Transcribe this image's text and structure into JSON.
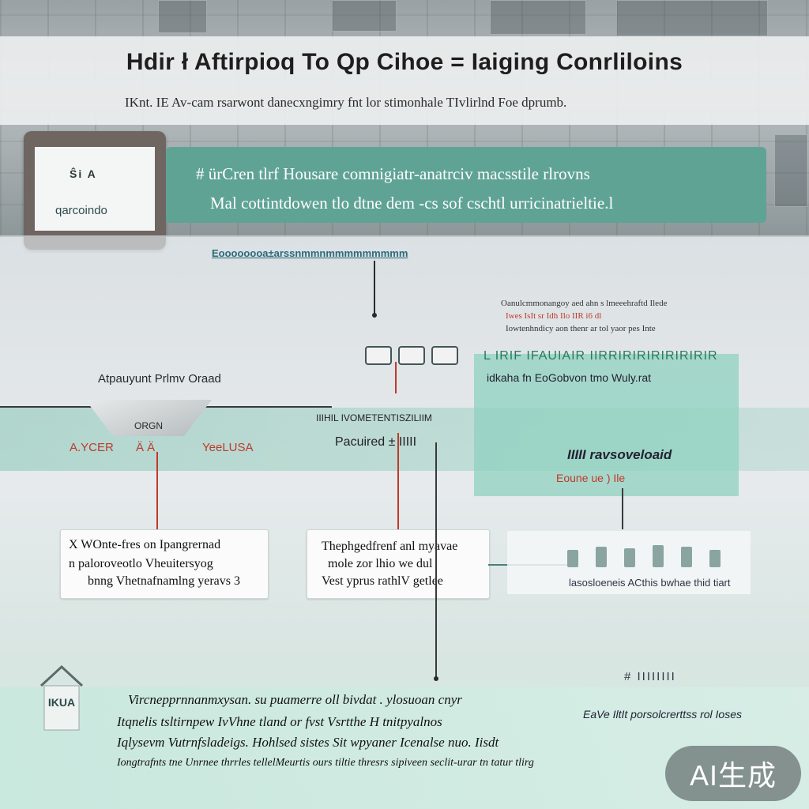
{
  "title": "Hdir ł Aftirpioq To Qp Cihoe = Iaiging Conrliloins",
  "subtitle": "IKnt. IE  Av-cam rsarwont danecxngimry fnt lor stimonhale TIvlirlnd Foe dprumb.",
  "logo": {
    "glyph": "Ŝi  A",
    "text": "qarcoindo"
  },
  "banner": {
    "line1": "# ürCren tlrf Housare comnigiatr-anatrciv macsstile rlrovns",
    "line2": "Mal cottintdowen tlo dtne  dem -cs sof cschtl urricinatrieltie.l"
  },
  "caption_link": "Eoooooooa±arssnmmnmmmmmmmmm",
  "notes": {
    "line1": "Oanulcmmonangoy aed ahn s lmeeehraftd Ilede",
    "line2": "Iwes IsIt sr Idh Ilo IIR i6 dl",
    "line3": "Iowtenhndicy aon thenr ar tol yaor pes Inte"
  },
  "green_caps": "L IRIF IFAUIAIR IIRRIRIRIRIRIRIRIR",
  "right_link": "idkaha fn EoGobvon tmo Wuly.rat",
  "left_label": "Atpauyunt Prlmv Oraad",
  "pic_text": "ORGN",
  "red_row": {
    "a": "A.YCER",
    "b": "Ä  Ä",
    "c": "YeeLUSA"
  },
  "center_mini": "IIIHIL IVOMETENTISZILIIM",
  "center_label": "Pacuired ±  IIIII",
  "right_label": "IIIII  ravsoveloaid",
  "right_red": "Eoune ue  )  Ile",
  "card_left": {
    "line1": "X  WOnte-fres on  Ipangrernad",
    "line2": "n   paloroveotlo Vheuitersyog",
    "line3": "bnng Vhetnafnamlng yeravs  3"
  },
  "card_mid": {
    "line1": "Thephgedfrenf anl myavae",
    "line2": "mole zor lhio we dul",
    "line3": "Vest yprus rathlV getlee"
  },
  "right_grey_text": "lasosloeneis ACthis bwhae thid tiart",
  "footer": {
    "line1": "Vircnepprnnanmxysan. su puamerre  oll bivdat . ylosuoan cnyr",
    "line2": "Itqnelis tsltirnpew IvVhne tland or fvst  Vsrtthe  H tnitpyalnos",
    "line3": "Iqlysevm  Vutrnfsladeigs. Hohlsed sistes Sit wpyaner Icenalse nuo. Iisdt",
    "line4": "Iongtrafnts tne Unrnee thrrles tellelMeurtis ours tiltie thresrs sipiveen seclit-urar tn tatur tlirg"
  },
  "house_icon_label": "IKUA",
  "foot_right_caps": "# IIIIIIII",
  "foot_right_line": "EaVe IltIt porsolcrerttss rol Ioses",
  "ai_badge": "AI生成"
}
